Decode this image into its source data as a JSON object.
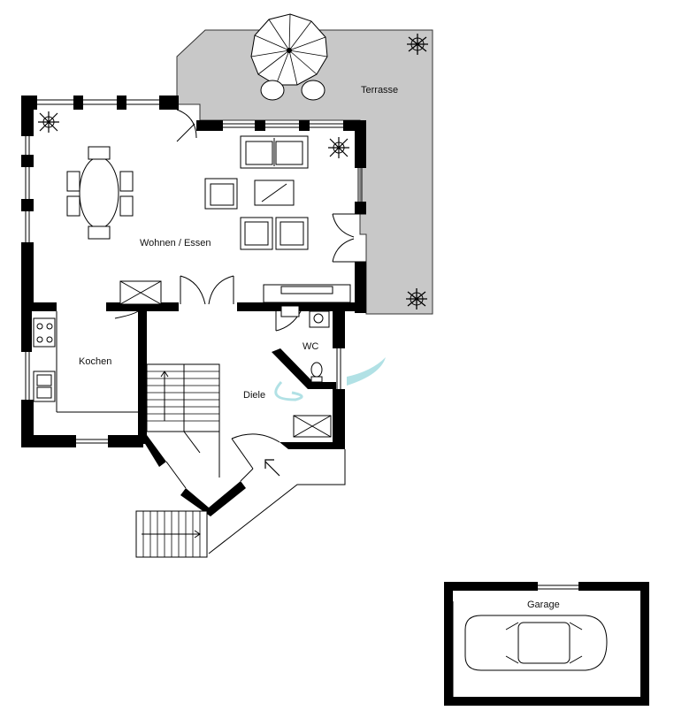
{
  "rooms": {
    "terrace": "Terrasse",
    "living": "Wohnen / Essen",
    "kitchen": "Kochen",
    "wc": "WC",
    "hall": "Diele",
    "garage": "Garage"
  },
  "colors": {
    "wall": "#000000",
    "terrace": "#c8c8c8",
    "watermark": "#9ed9de"
  }
}
